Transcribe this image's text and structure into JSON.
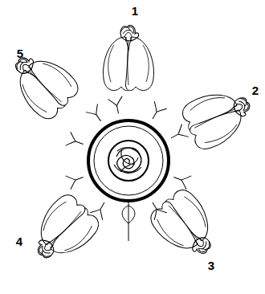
{
  "diagram": {
    "labels": [
      "1",
      "5",
      "2",
      "4",
      "3"
    ]
  }
}
